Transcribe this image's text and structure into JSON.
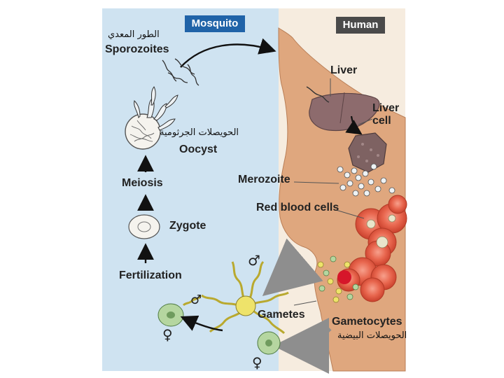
{
  "panels": {
    "mosquito": {
      "title": "Mosquito",
      "bg": "#cfe3f1",
      "badge_bg": "#2063a8"
    },
    "human": {
      "title": "Human",
      "bg": "#f6ecdf",
      "badge_bg": "#4a4a4a"
    }
  },
  "labels": {
    "sporozoites_ar": "الطور المعدي",
    "sporozoites": "Sporozoites",
    "oocyst_ar": "الحويصلات الجرثومية",
    "oocyst": "Oocyst",
    "meiosis": "Meiosis",
    "zygote": "Zygote",
    "fertilization": "Fertilization",
    "male_symbol": "♂",
    "female_symbol": "♀",
    "gametes": "Gametes",
    "liver": "Liver",
    "liver_cell_line1": "Liver",
    "liver_cell_line2": "cell",
    "merozoite": "Merozoite",
    "red_blood_cells": "Red blood cells",
    "gametocytes": "Gametocytes",
    "gametocytes_ar": "الحويصلات البيضية"
  },
  "colors": {
    "body_skin": "#dfa77e",
    "liver": "#8d6b6d",
    "rbc": "#e0533a",
    "gamete_male": "#eee36a",
    "gamete_female": "#b5d6a0",
    "arrow_gray": "#8e8e8e"
  }
}
